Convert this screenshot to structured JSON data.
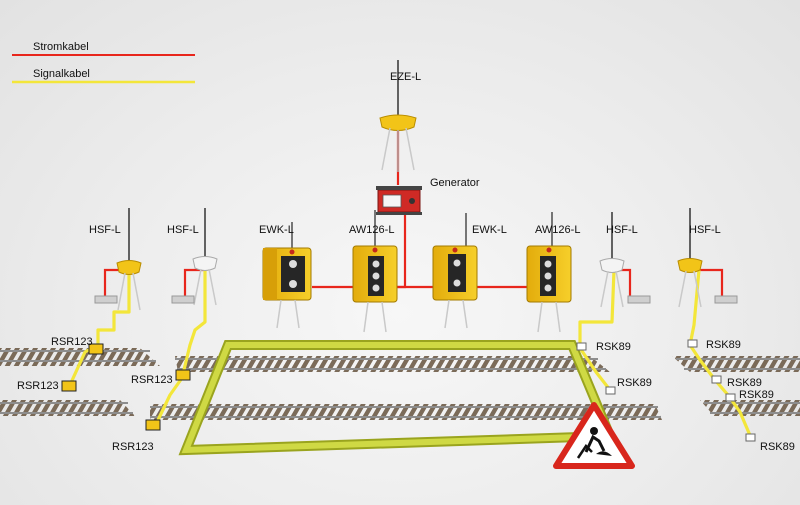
{
  "legend": {
    "power_label": "Stromkabel",
    "signal_label": "Signalkabel",
    "power_color": "#e8261c",
    "signal_color": "#f3e63a"
  },
  "devices": {
    "eze": "EZE-L",
    "generator": "Generator",
    "hsf": [
      "HSF-L",
      "HSF-L",
      "HSF-L",
      "HSF-L"
    ],
    "ewk": [
      "EWK-L",
      "EWK-L"
    ],
    "aw126": [
      "AW126-L",
      "AW126-L"
    ]
  },
  "sensors": {
    "rsr": [
      "RSR123",
      "RSR123",
      "RSR123",
      "RSR123"
    ],
    "rsk": [
      "RSK89",
      "RSK89",
      "RSK89",
      "RSK89",
      "RSK89",
      "RSK89"
    ]
  },
  "colors": {
    "device_yellow": "#f2c418",
    "frame_green": "#c7d23a",
    "generator_red": "#cf2a25",
    "rail": "#8a8a8a",
    "sleeper": "#6d5a45"
  }
}
